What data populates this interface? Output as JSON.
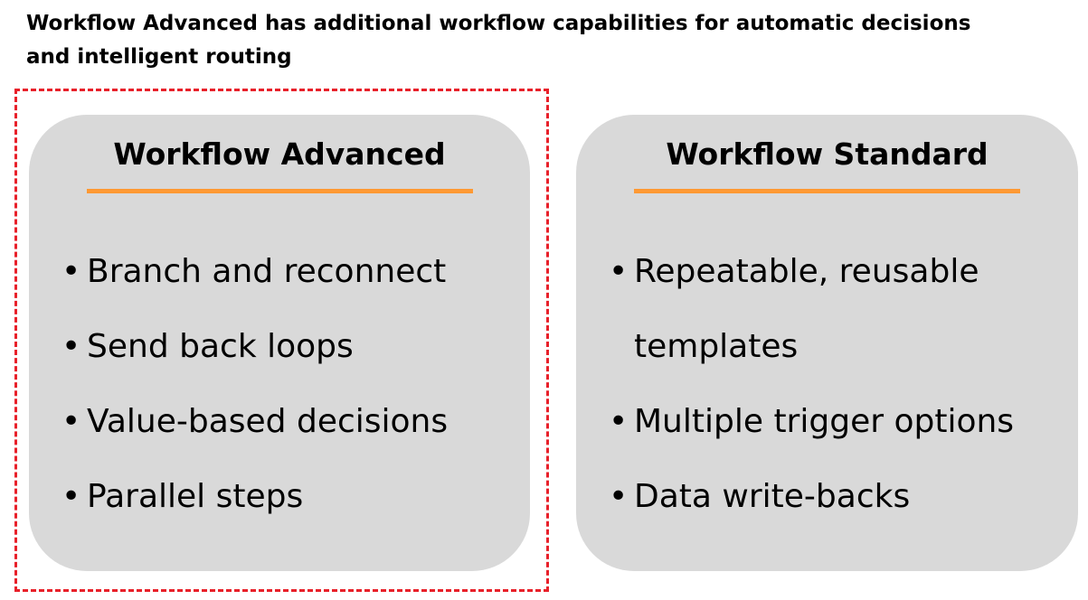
{
  "headline": {
    "line1": "Workflow Advanced has additional workflow capabilities for automatic decisions",
    "line2": "and intelligent routing"
  },
  "panels": [
    {
      "title": "Workflow Advanced",
      "features": [
        "Branch and reconnect",
        "Send back loops",
        "Value-based decisions",
        "Parallel steps"
      ]
    },
    {
      "title": "Workflow Standard",
      "features": [
        "Repeatable, reusable",
        "templates",
        "Multiple trigger options",
        "Data write-backs"
      ]
    }
  ],
  "bullet": "•",
  "colors": {
    "panel_fill": "#d9d9d9",
    "title_underline": "#ff9933",
    "highlight_border": "#e8202a"
  }
}
